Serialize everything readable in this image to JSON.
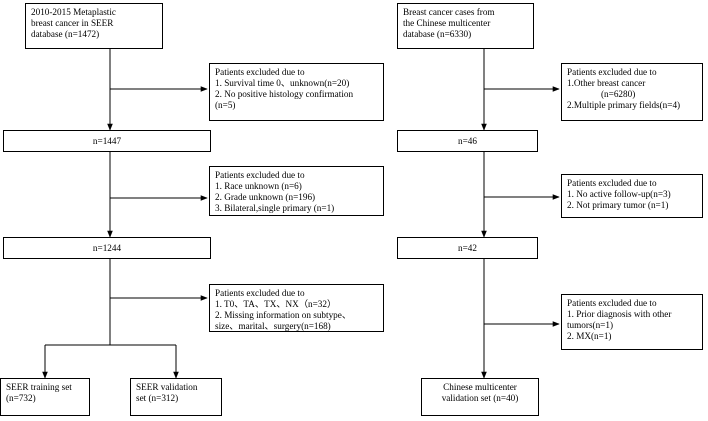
{
  "left": {
    "source": [
      "2010-2015  Metaplastic",
      "breast cancer in SEER",
      "database     (n=1472)"
    ],
    "exclusion1": [
      "Patients excluded due to",
      "1. Survival time 0、unknown(n=20)",
      "2. No positive histology confirmation",
      "(n=5)"
    ],
    "count1": "n=1447",
    "exclusion2": [
      "Patients excluded due to",
      "1. Race unknown (n=6)",
      "2. Grade unknown (n=196)",
      "3. Bilateral,single primary (n=1)"
    ],
    "count2": "n=1244",
    "exclusion3": [
      "Patients excluded due to",
      "1. T0、TA、TX、NX（n=32）",
      "2. Missing information on subtype、",
      "size、marital、surgery(n=168)"
    ],
    "training": [
      "SEER training set",
      "(n=732)"
    ],
    "validation": [
      "SEER validation",
      "set   (n=312)"
    ]
  },
  "right": {
    "source": [
      "Breast cancer  cases from",
      "the Chinese multicenter",
      "database   (n=6330)"
    ],
    "exclusion1": [
      "Patients excluded due to",
      "1.Other breast cancer",
      "(n=6280)",
      "2.Multiple primary fields(n=4)"
    ],
    "count1": "n=46",
    "exclusion2": [
      "Patients excluded due to",
      "1. No active follow-up(n=3)",
      "2. Not primary tumor (n=1)"
    ],
    "count2": "n=42",
    "exclusion3": [
      "Patients excluded due to",
      "1. Prior diagnosis with other",
      "tumors(n=1)",
      "2. MX(n=1)"
    ],
    "validation": [
      "Chinese multicenter",
      "validation set (n=40)"
    ]
  }
}
